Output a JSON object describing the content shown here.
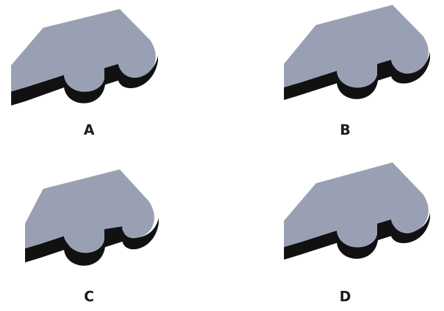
{
  "options": [
    {
      "label": "A"
    },
    {
      "label": "B"
    },
    {
      "label": "C"
    },
    {
      "label": "D"
    }
  ],
  "colors": {
    "top_face": "#9aa0b3",
    "side_face": "#111111",
    "label": "#1c1c1c",
    "background": "#ffffff"
  }
}
